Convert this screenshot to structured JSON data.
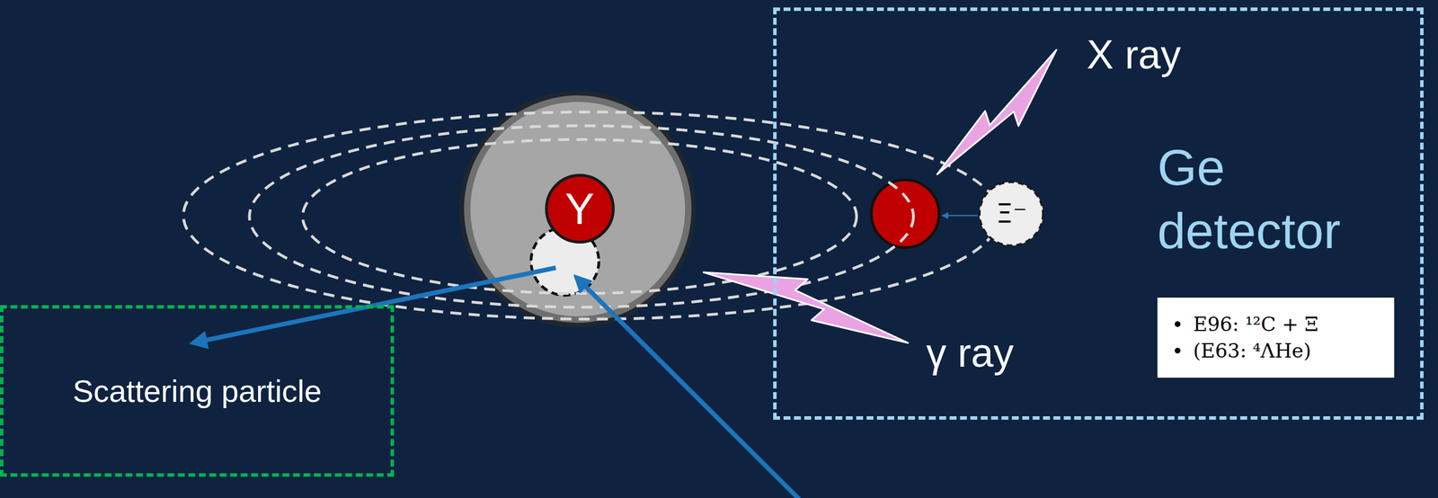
{
  "diagram": {
    "nodes": [
      {
        "text": [
          "Y"
        ]
      },
      {
        "text": [
          "Ge detector"
        ]
      },
      {
        "text": [
          "Ξ⁻"
        ],
        "in": 1
      },
      {
        "text": [
          "E96: ¹²C + Ξ",
          "(E63: ⁴ΛHe)"
        ],
        "in": 1
      },
      {
        "text": [
          "Scattering particle"
        ]
      }
    ],
    "labels": [
      "X ray",
      "γ ray"
    ]
  }
}
